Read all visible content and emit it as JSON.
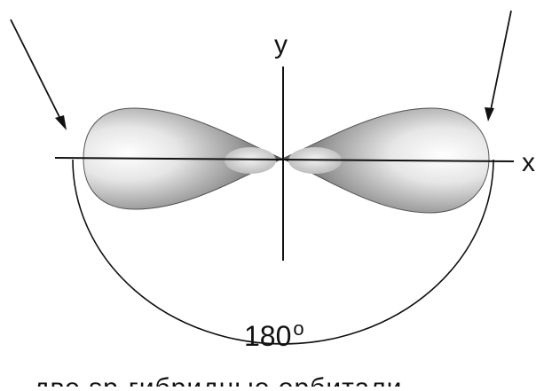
{
  "diagram": {
    "axis_x_label": "x",
    "axis_y_label": "y",
    "angle_value": "180",
    "angle_unit": "o",
    "caption": "две sp-гибридные орбитали"
  },
  "colors": {
    "ink": "#111111",
    "lobe_light": "#f2f2f2",
    "lobe_mid": "#bdbdbd",
    "lobe_dark": "#6f6f6f",
    "background": "#ffffff"
  }
}
